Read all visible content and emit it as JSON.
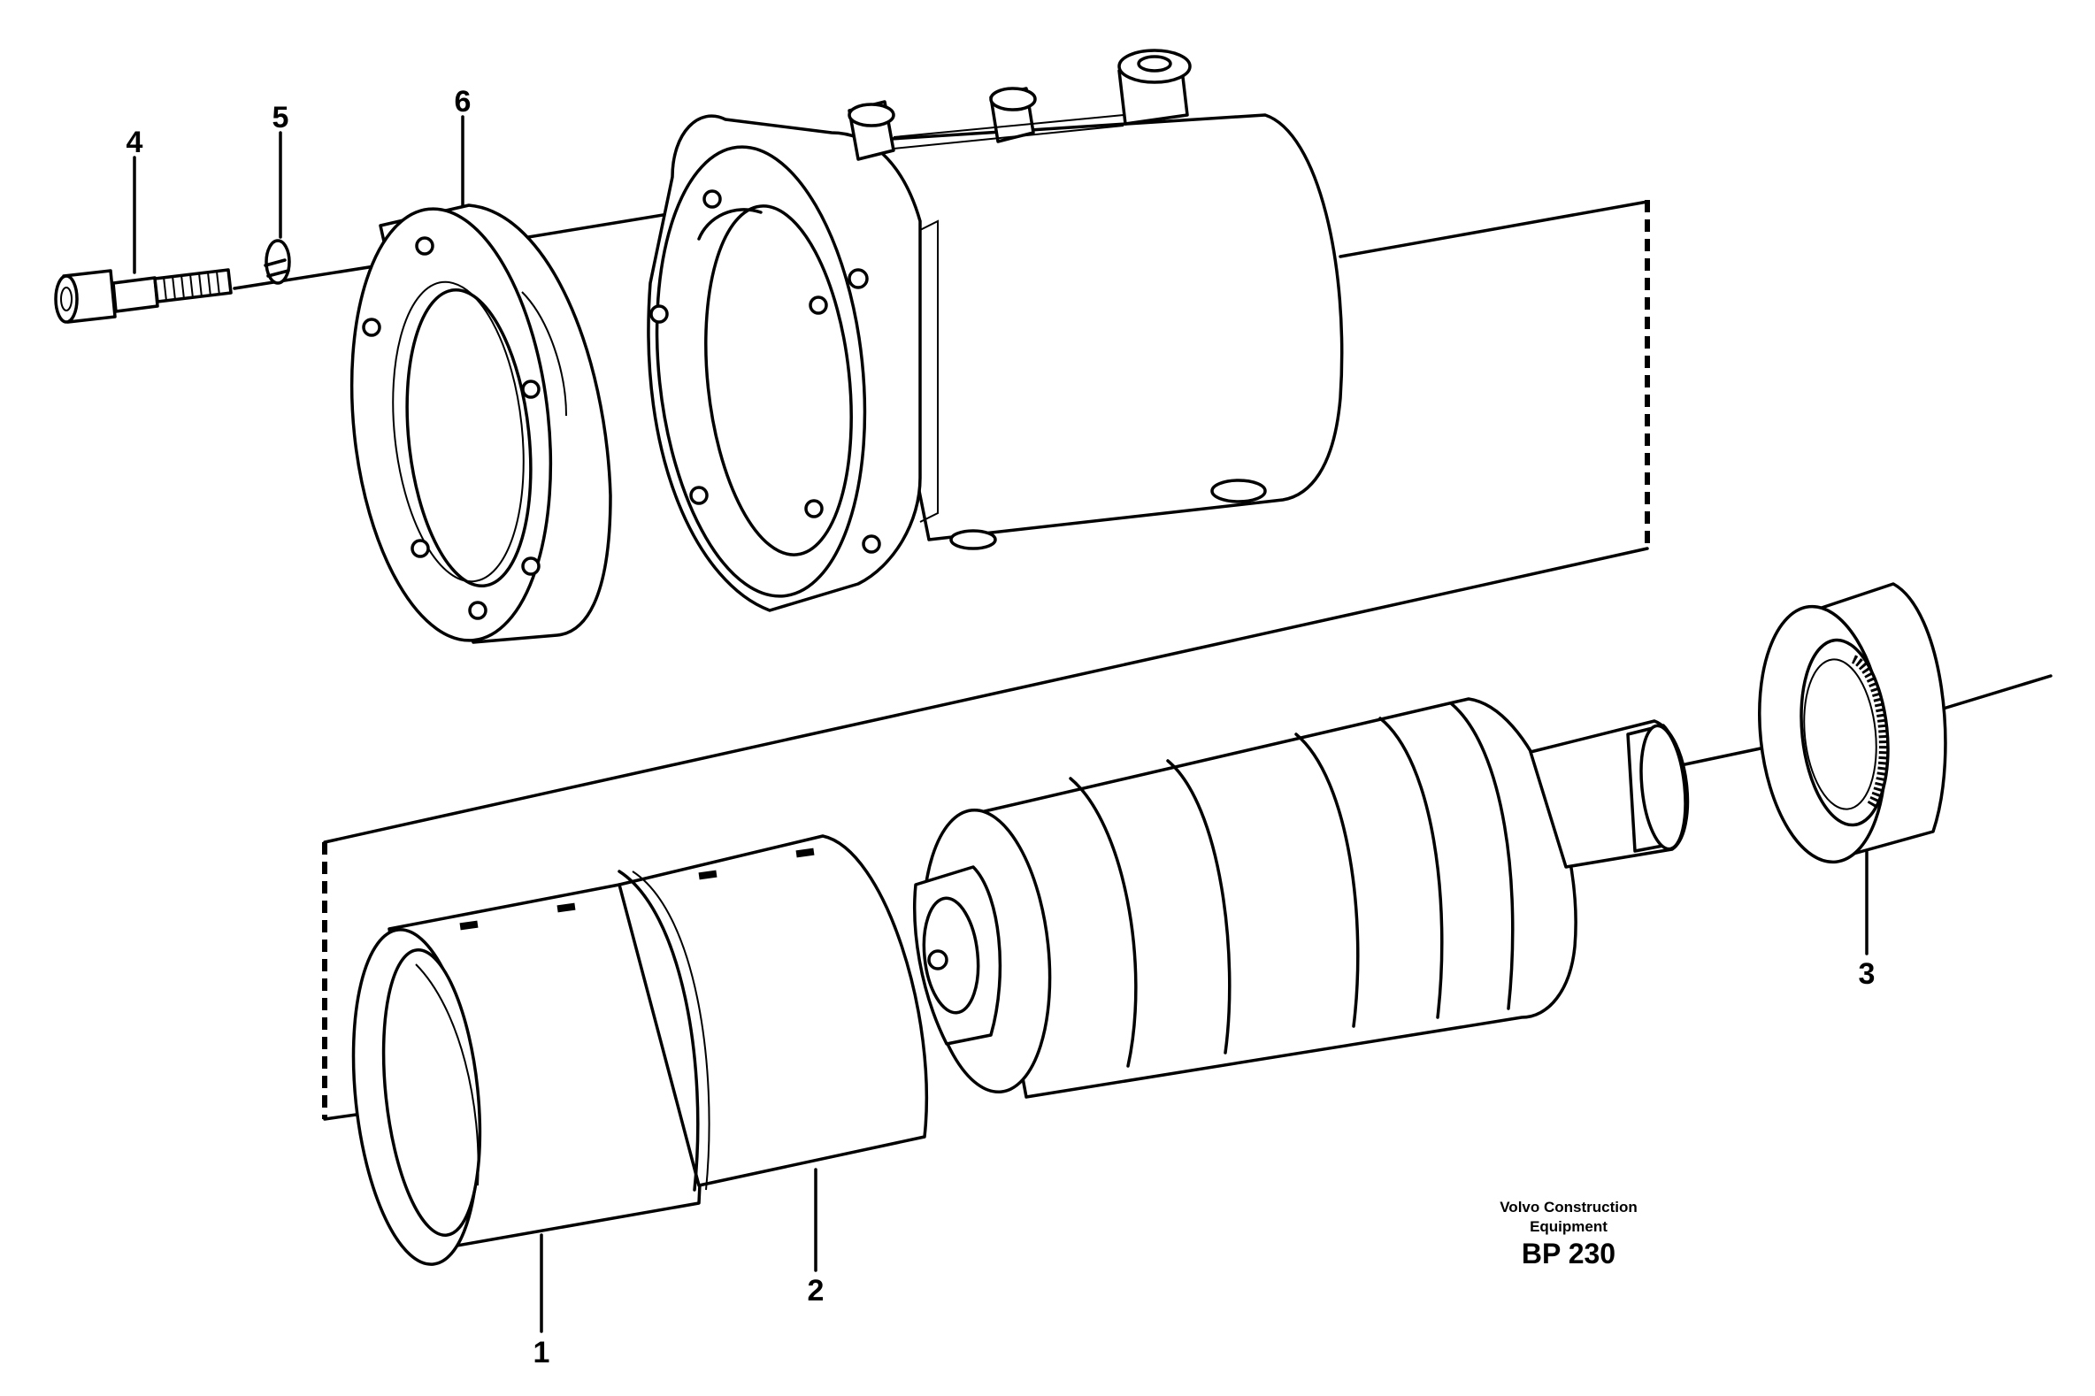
{
  "callouts": {
    "part_1": "1",
    "part_2": "2",
    "part_3": "3",
    "part_4": "4",
    "part_5": "5",
    "part_6": "6"
  },
  "footer": {
    "company_line1": "Volvo Construction",
    "company_line2": "Equipment",
    "code": "BP 230"
  }
}
